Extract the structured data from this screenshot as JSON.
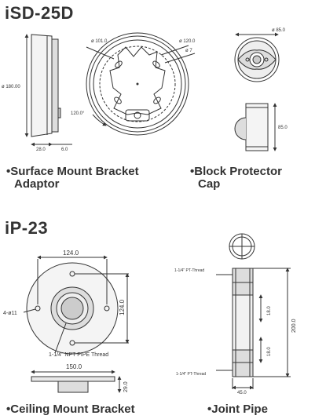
{
  "product1": {
    "title": "iSD-25D",
    "side_view": {
      "height": "ø 180.00",
      "depth": "28.0",
      "base": "6.0"
    },
    "front_view": {
      "outer": "ø 101.0",
      "inner": "ø 120.0",
      "hole": "ø 7",
      "angle": "120.0°"
    },
    "cap_view": {
      "diameter": "ø 85.0",
      "height": "85.0"
    },
    "caption_left_line1": "•Surface Mount Bracket",
    "caption_left_line2": "Adaptor",
    "caption_right_line1": "•Block Protector",
    "caption_right_line2": "Cap"
  },
  "product2": {
    "title": "iP-23",
    "bracket": {
      "width": "124.0",
      "height": "124.0",
      "holes": "4-ø11",
      "thread": "1-1/4\" NPT PIPE Thread",
      "base_width": "150.0",
      "base_height": "29.0"
    },
    "pipe": {
      "thread_top": "1-1/4\" PT-Thread",
      "thread_bottom": "1-1/4\" PT-Thread",
      "length": "200.0",
      "seg_top": "18.0",
      "seg_bottom": "18.0",
      "width": "45.0"
    },
    "caption_left": "•Ceiling Mount Bracket",
    "caption_right": "•Joint Pipe"
  }
}
